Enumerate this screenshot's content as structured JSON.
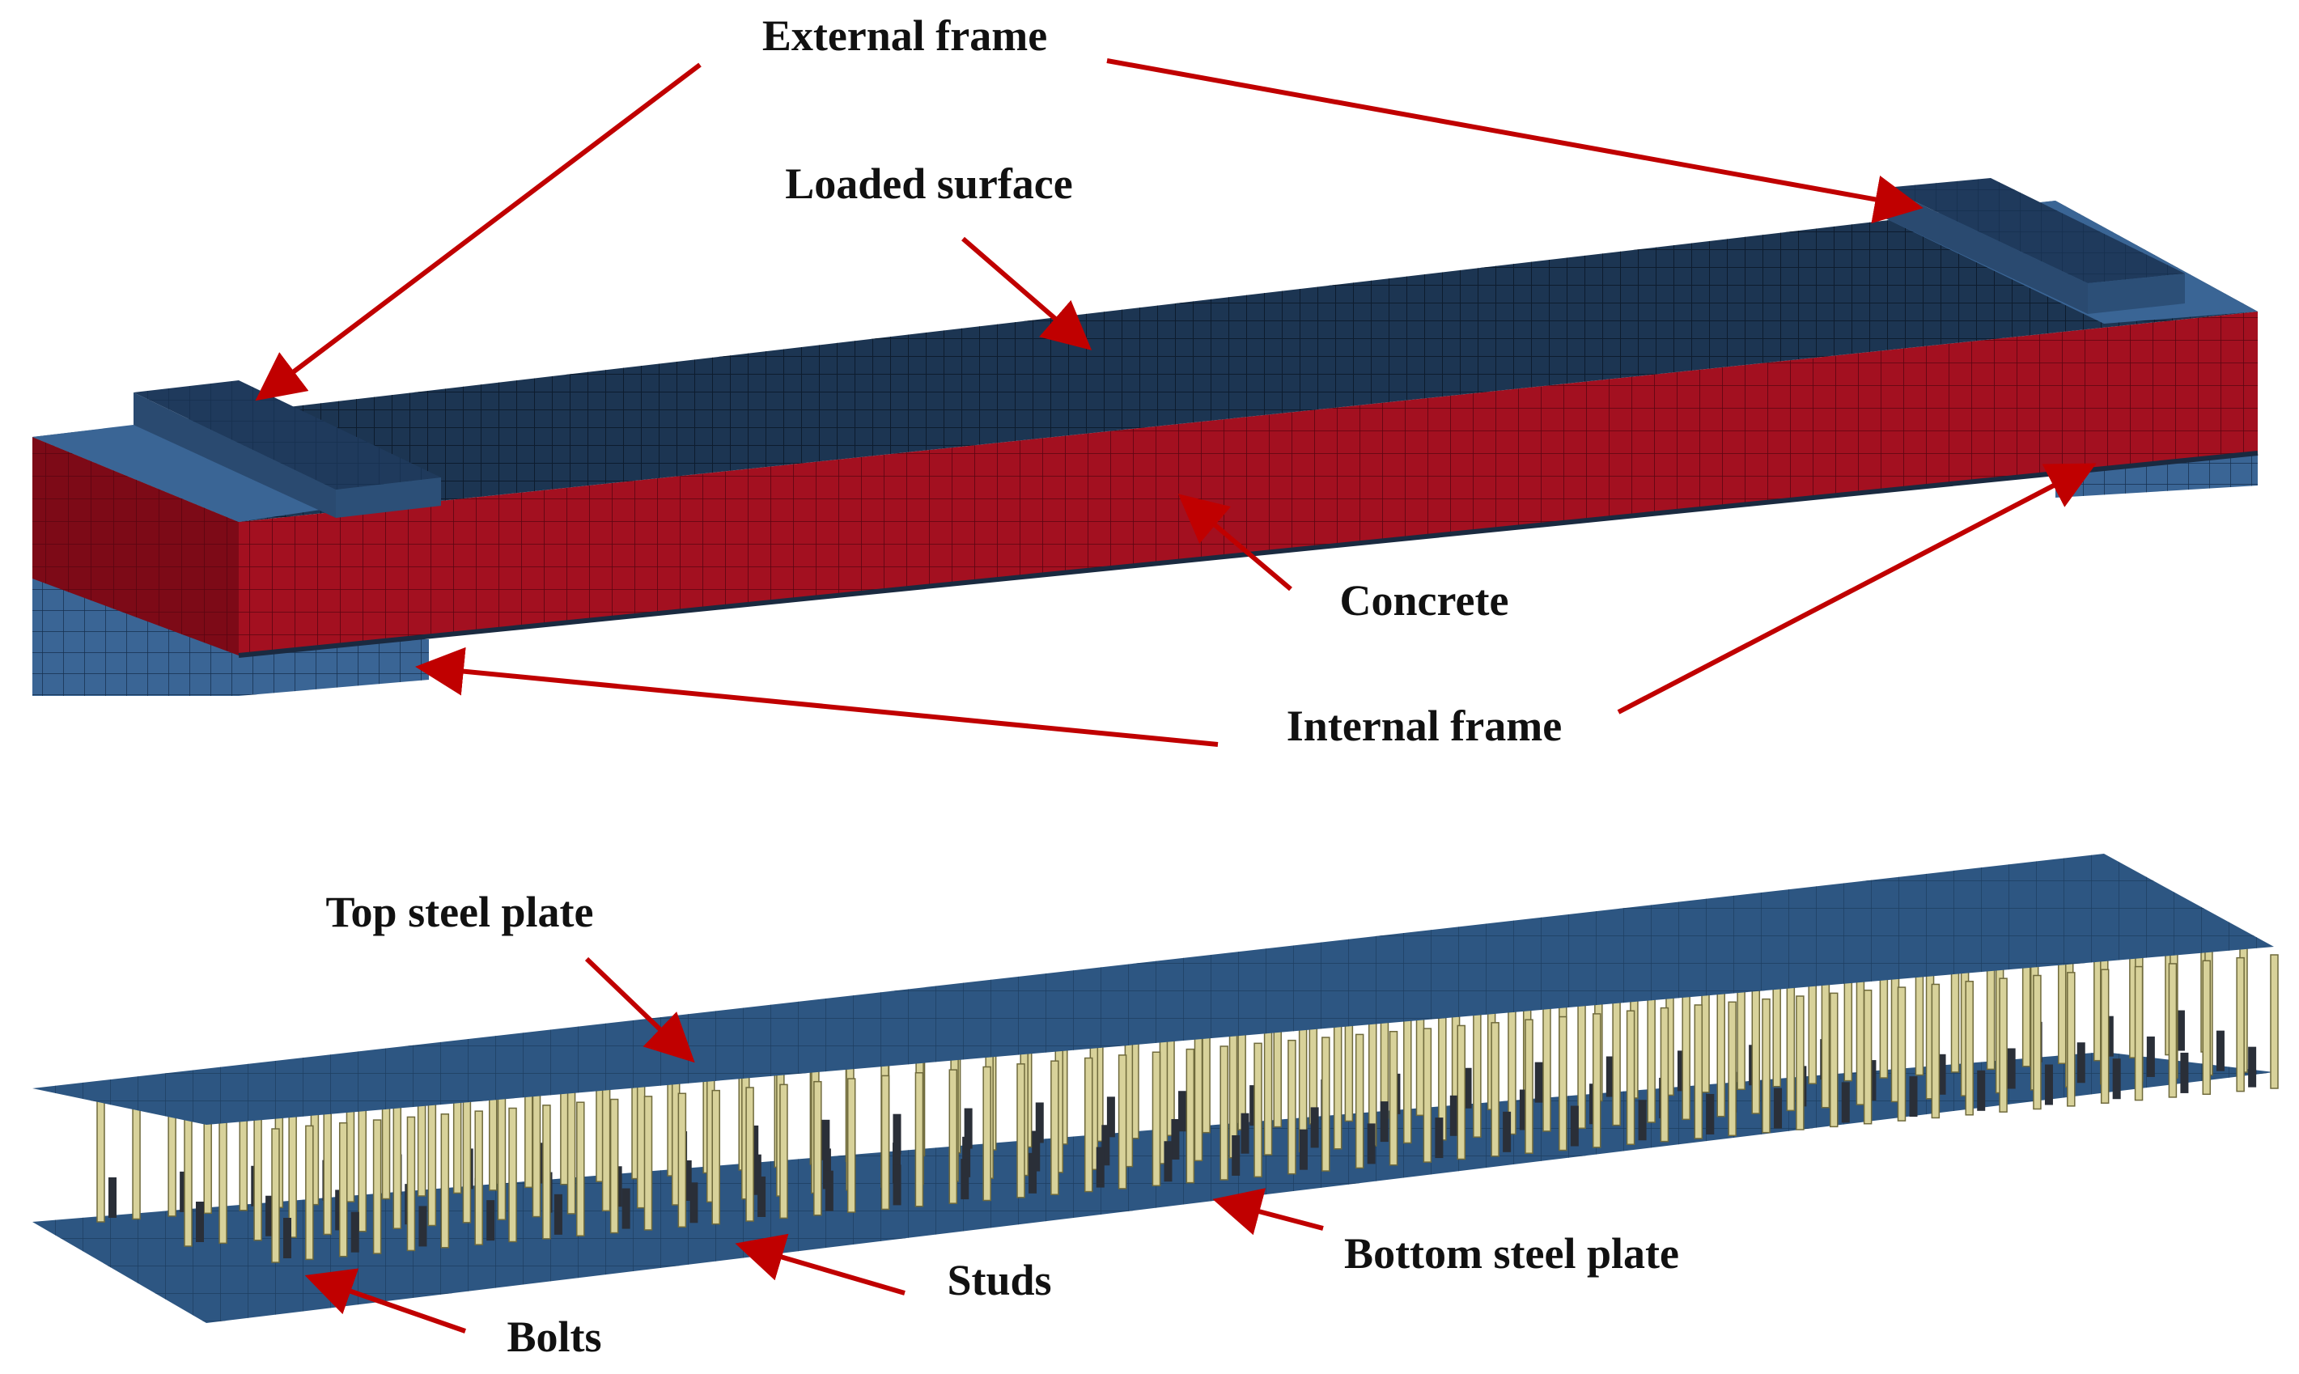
{
  "labels": {
    "external_frame": "External frame",
    "loaded_surface": "Loaded surface",
    "concrete": "Concrete",
    "internal_frame": "Internal frame",
    "top_steel_plate": "Top steel plate",
    "studs": "Studs",
    "bottom_steel_plate": "Bottom steel plate",
    "bolts": "Bolts"
  },
  "colors": {
    "concrete_front": "#a31020",
    "concrete_side": "#7d0a17",
    "top_surface": "#1c3552",
    "frame_top": "#1f3a5c",
    "frame_side": "#3a6595",
    "plate": "#2d5682",
    "stud": "#d8d29a",
    "bolt": "#2a2f38",
    "arrow": "#c00000"
  }
}
